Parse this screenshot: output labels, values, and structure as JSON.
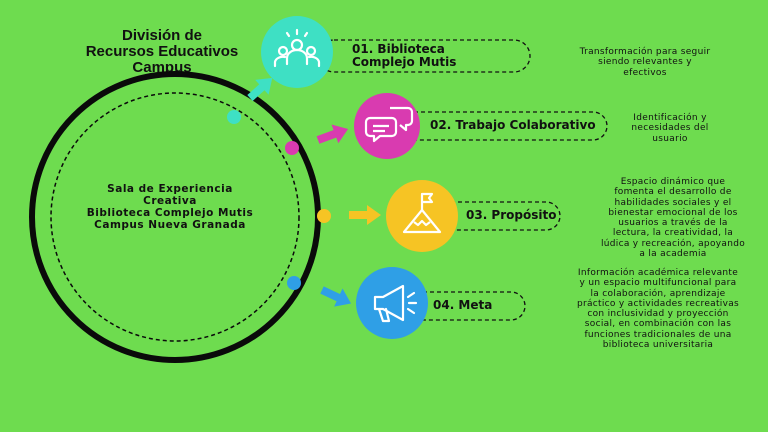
{
  "title_lines": [
    "División de",
    "Recursos Educativos",
    "Campus"
  ],
  "center_lines": [
    "Sala de Experiencia",
    "Creativa",
    "Biblioteca Complejo Mutis",
    "Campus Nueva Granada"
  ],
  "steps": [
    {
      "label_lines": [
        "01. Biblioteca",
        "Complejo Mutis"
      ],
      "icon": "people-group-icon",
      "color": "#3ee0c4",
      "desc_lines": [
        "Transformación para seguir",
        "siendo relevantes y",
        "efectivos"
      ]
    },
    {
      "label_lines": [
        "02. Trabajo Colaborativo"
      ],
      "icon": "chat-bubbles-icon",
      "color": "#d93bb0",
      "desc_lines": [
        "Identificación y",
        "necesidades del",
        "usuario"
      ]
    },
    {
      "label_lines": [
        "03. Propósito"
      ],
      "icon": "mountain-flag-icon",
      "color": "#f6c424",
      "desc_lines": [
        "Espacio dinámico que",
        "fomenta el desarrollo de",
        "habilidades sociales y el",
        "bienestar emocional de los",
        "usuarios a través de la",
        "lectura, la creatividad, la",
        "lúdica y recreación, apoyando",
        "a la academia"
      ]
    },
    {
      "label_lines": [
        "04. Meta"
      ],
      "icon": "megaphone-icon",
      "color": "#2f9fe6",
      "desc_lines": [
        "Información académica relevante",
        "y un espacio multifuncional para",
        "la colaboración, aprendizaje",
        "práctico y actividades recreativas",
        "con inclusividad y proyección",
        "social, en combinación con las",
        "funciones tradicionales de una",
        "biblioteca universitaria"
      ]
    }
  ]
}
